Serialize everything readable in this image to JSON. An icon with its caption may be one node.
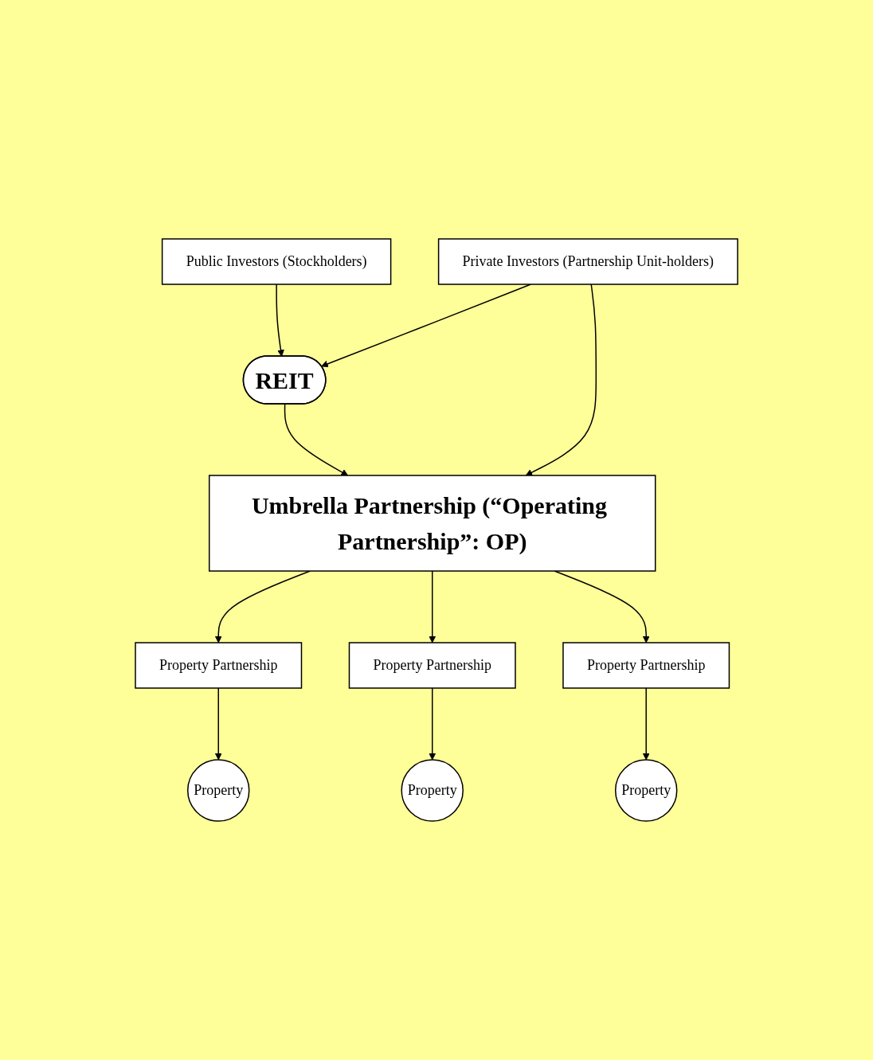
{
  "diagram": {
    "nodes": [
      {
        "text": [
          "Public Investors (Stockholders)"
        ]
      },
      {
        "text": [
          "Private Investors (Partnership Unit-holders)"
        ]
      },
      {
        "text": [
          "REIT"
        ]
      },
      {
        "text": [
          "Umbrella Partnership (“Operating Partnership”: OP)"
        ]
      },
      {
        "text": [
          "Property Partnership"
        ]
      },
      {
        "text": [
          "Property Partnership"
        ]
      },
      {
        "text": [
          "Property Partnership"
        ]
      },
      {
        "text": [
          "Property"
        ]
      },
      {
        "text": [
          "Property"
        ]
      },
      {
        "text": [
          "Property"
        ]
      }
    ],
    "edges": [
      {
        "from": 0,
        "to": 2,
        "arrow": "to"
      },
      {
        "from": 1,
        "to": 2,
        "arrow": "to"
      },
      {
        "from": 1,
        "to": 3,
        "arrow": "to"
      },
      {
        "from": 2,
        "to": 3,
        "arrow": "to"
      },
      {
        "from": 3,
        "to": 4,
        "arrow": "to"
      },
      {
        "from": 3,
        "to": 5,
        "arrow": "to"
      },
      {
        "from": 3,
        "to": 6,
        "arrow": "to"
      },
      {
        "from": 4,
        "to": 7,
        "arrow": "to"
      },
      {
        "from": 5,
        "to": 8,
        "arrow": "to"
      },
      {
        "from": 6,
        "to": 9,
        "arrow": "to"
      }
    ]
  }
}
